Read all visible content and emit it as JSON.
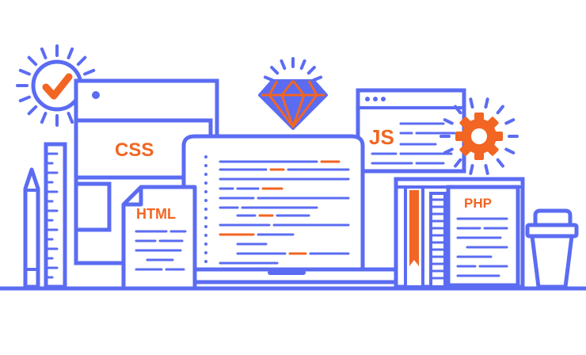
{
  "colors": {
    "primary": "#5b6cf2",
    "accent": "#f26522",
    "background": "#ffffff"
  },
  "labels": {
    "css": "CSS",
    "html": "HTML",
    "js": "JS",
    "php": "PHP"
  },
  "icons": [
    "sun-check-icon",
    "gem-icon",
    "gear-icon",
    "pencil-icon",
    "ruler-icon",
    "coffee-cup-icon",
    "bookmark-icon"
  ]
}
